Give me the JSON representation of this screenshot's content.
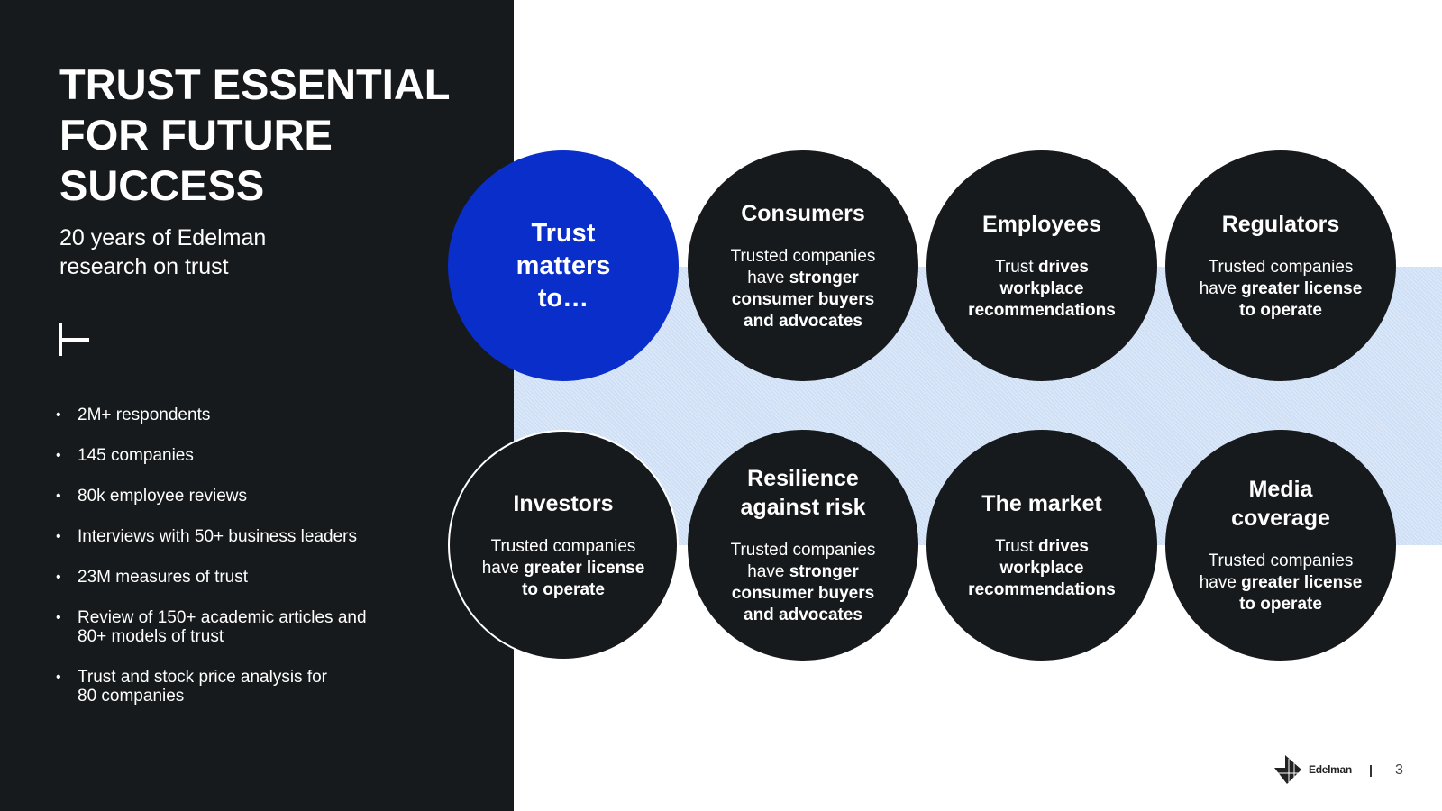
{
  "left_panel": {
    "title": "TRUST ESSENTIAL FOR FUTURE SUCCESS",
    "subtitle": "20 years of Edelman research on trust",
    "bullets": [
      "2M+ respondents",
      "145 companies",
      "80k employee reviews",
      "Interviews with 50+ business leaders",
      "23M measures of trust",
      "Review of 150+ academic articles and 80+ models of trust",
      "Trust and stock price analysis for 80 companies"
    ]
  },
  "center": {
    "title": "Trust matters to…"
  },
  "circles": [
    {
      "title": "Consumers",
      "plain": "Trusted companies have ",
      "bold": "stronger consumer buyers and advocates"
    },
    {
      "title": "Employees",
      "plain": "Trust ",
      "bold": "drives workplace recommendations"
    },
    {
      "title": "Regulators",
      "plain": "Trusted companies have ",
      "bold": "greater license to operate"
    },
    {
      "title": "Investors",
      "plain": "Trusted companies have ",
      "bold": "greater license to operate"
    },
    {
      "title": "Resilience against risk",
      "plain": "Trusted companies have ",
      "bold": "stronger consumer buyers and advocates"
    },
    {
      "title": "The market",
      "plain": "Trust ",
      "bold": "drives workplace recommendations"
    },
    {
      "title": "Media coverage",
      "plain": "Trusted companies have ",
      "bold": "greater license to operate"
    }
  ],
  "footer": {
    "brand": "Edelman",
    "page_number": "3"
  },
  "colors": {
    "dark": "#171a1c",
    "accent_blue": "#0a2ec9",
    "band": "#cfe0f6"
  }
}
